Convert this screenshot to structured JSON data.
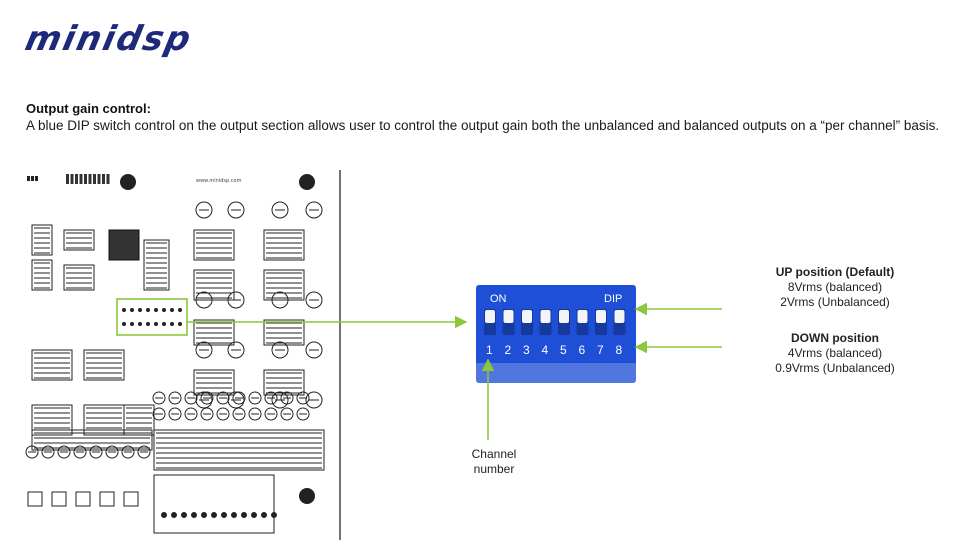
{
  "logo": {
    "text": "minidsp"
  },
  "section": {
    "title": "Output gain control:",
    "description": "A blue DIP switch control on the output section allows user to control the output gain both the unbalanced and balanced outputs on a “per channel” basis."
  },
  "dip_switch": {
    "on_label": "ON",
    "dip_label": "DIP",
    "numbers": [
      "1",
      "2",
      "3",
      "4",
      "5",
      "6",
      "7",
      "8"
    ]
  },
  "annotations": {
    "up": {
      "title": "UP position (Default)",
      "line1": "8Vrms (balanced)",
      "line2": "2Vrms (Unbalanced)"
    },
    "down": {
      "title": "DOWN position",
      "line1": "4Vrms (balanced)",
      "line2": "0.9Vrms (Unbalanced)"
    },
    "channel": {
      "line1": "Channel",
      "line2": "number"
    }
  },
  "colors": {
    "arrow": "#8cc63f",
    "dip_blue": "#1e4fd6",
    "logo": "#1d2a7a"
  }
}
